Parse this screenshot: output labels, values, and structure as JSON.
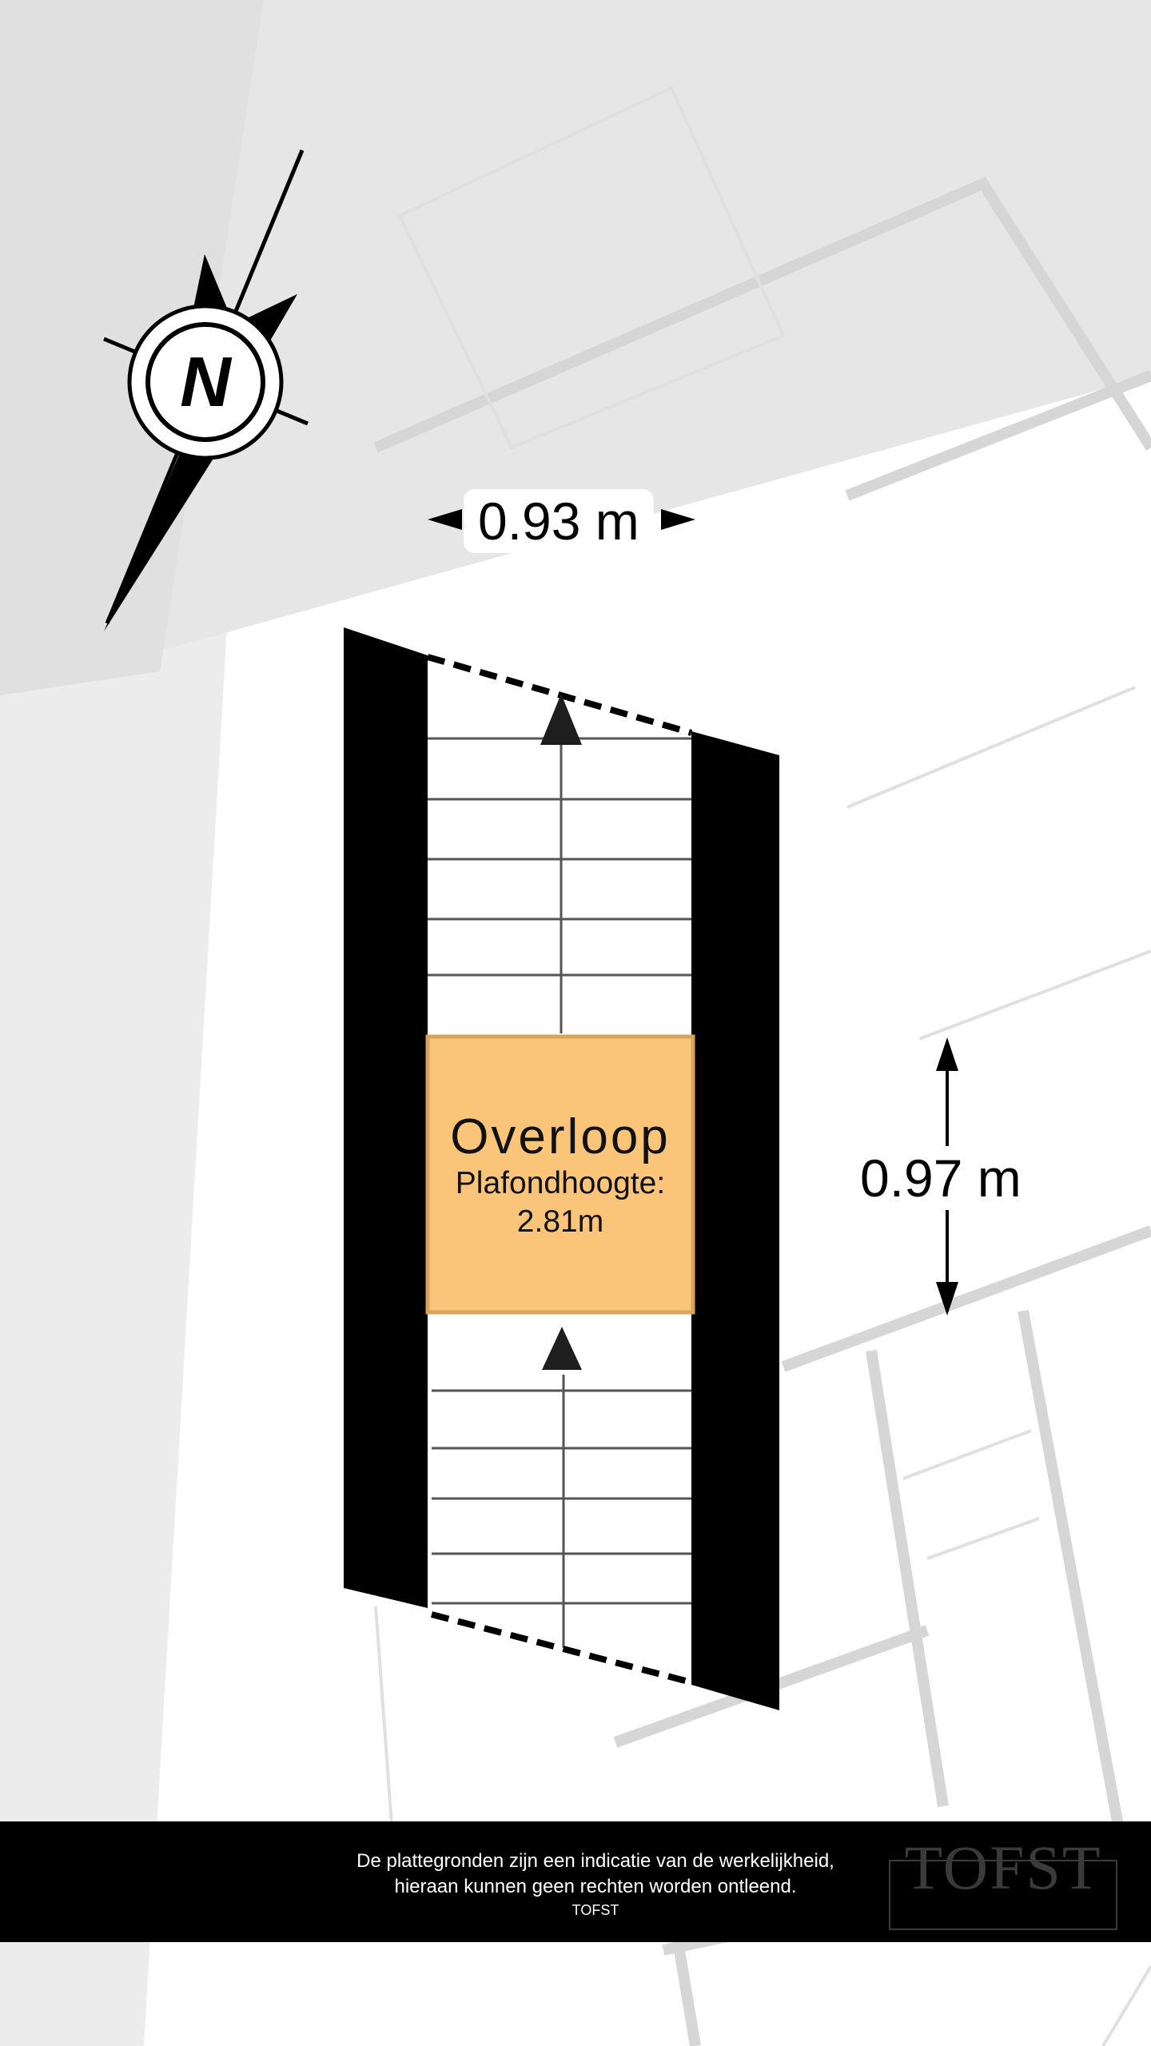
{
  "floorplan": {
    "room": {
      "name": "Overloop",
      "ceiling_label": "Plafondhoogte:",
      "ceiling_value": "2.81m",
      "fill_color": "#fac578"
    },
    "dimensions": {
      "width": "0.93 m",
      "height": "0.97 m"
    },
    "stairs": {
      "direction": "up",
      "count": 2
    },
    "compass": {
      "label": "N"
    }
  },
  "footer": {
    "disclaimer_line1": "De plattegronden zijn een indicatie van de werkelijkheid,",
    "disclaimer_line2": "hieraan kunnen geen rechten worden ontleend.",
    "brand_small": "TOFST",
    "logo_text": "TOFST"
  },
  "colors": {
    "wall": "#000000",
    "room": "#fac578",
    "footer": "#000000",
    "background_plan": "#d8d8d8"
  }
}
